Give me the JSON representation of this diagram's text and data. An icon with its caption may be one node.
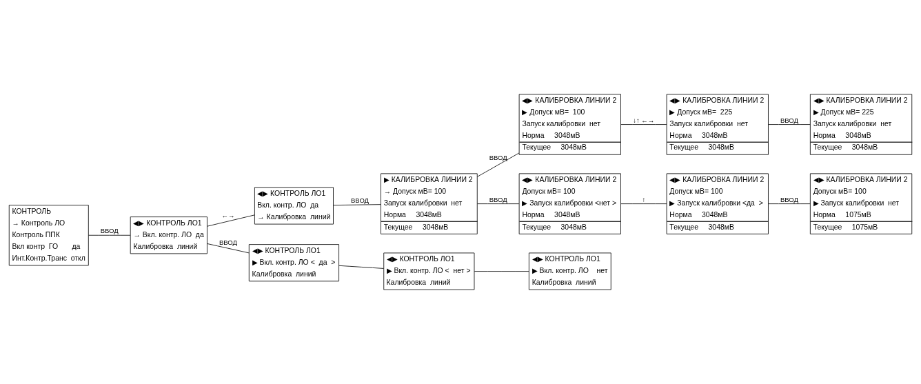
{
  "diagram": {
    "nodes": [
      {
        "text": [
          "КОНТРОЛЬ",
          "→ Контроль ЛО",
          "Контроль ППК",
          "Вкл контр  ГО       да",
          "Инт.Контр.Транс  откл"
        ]
      },
      {
        "text": [
          "◀▶ КОНТРОЛЬ ЛО1",
          "→ Вкл. контр. ЛО  да",
          "Калибровка  линий"
        ]
      },
      {
        "text": [
          "◀▶ КОНТРОЛЬ ЛО1",
          "Вкл. контр. ЛО  да",
          "→ Калибровка  линий"
        ]
      },
      {
        "text": [
          "▶ КАЛИБРОВКА ЛИНИИ 2",
          "→ Допуск мВ= 100",
          "Запуск калибровки  нет",
          "Норма     3048мВ",
          "Текущее     3048мВ"
        ]
      },
      {
        "text": [
          "◀▶ КАЛИБРОВКА ЛИНИИ 2",
          "▶ Допуск мВ=  100",
          "Запуск калибровки  нет",
          "Норма     3048мВ",
          "Текущее     3048мВ"
        ]
      },
      {
        "text": [
          "◀▶ КАЛИБРОВКА ЛИНИИ 2",
          "▶ Допуск мВ=  225",
          "Запуск калибровки  нет",
          "Норма     3048мВ",
          "Текущее     3048мВ"
        ]
      },
      {
        "text": [
          "◀▶ КАЛИБРОВКА ЛИНИИ 2",
          "▶ Допуск мВ= 225",
          "Запуск калибровки  нет",
          "Норма     3048мВ",
          "Текущее     3048мВ"
        ]
      },
      {
        "text": [
          "◀▶ КАЛИБРОВКА ЛИНИИ 2",
          "Допуск мВ= 100",
          "▶ Запуск калибровки <нет >",
          "Норма     3048мВ",
          "Текущее     3048мВ"
        ]
      },
      {
        "text": [
          "◀▶ КАЛИБРОВКА ЛИНИИ 2",
          "Допуск мВ= 100",
          "▶ Запуск калибровки <да  >",
          "Норма     3048мВ",
          "Текущее     3048мВ"
        ]
      },
      {
        "text": [
          "◀▶ КАЛИБРОВКА ЛИНИИ 2",
          "Допуск мВ= 100",
          "▶ Запуск калибровки  нет",
          "Норма     1075мВ",
          "Текущее     1075мВ"
        ]
      },
      {
        "text": [
          "◀▶ КОНТРОЛЬ ЛО1",
          "▶ Вкл. контр. ЛО <  да  >",
          "Калибровка  линий"
        ]
      },
      {
        "text": [
          "◀▶ КОНТРОЛЬ ЛО1",
          "▶ Вкл. контр. ЛО <  нет >",
          "Калибровка  линий"
        ]
      },
      {
        "text": [
          "◀▶ КОНТРОЛЬ ЛО1",
          "▶ Вкл. контр. ЛО    нет",
          "Калибровка  линий"
        ]
      }
    ],
    "edges": [
      {
        "from": 0,
        "to": 1,
        "arrow": "none",
        "label": "ВВОД"
      },
      {
        "from": 1,
        "to": 2,
        "arrow": "none",
        "label": "←→"
      },
      {
        "from": 2,
        "to": 3,
        "arrow": "none",
        "label": "ВВОД"
      },
      {
        "from": 3,
        "to": 4,
        "arrow": "none",
        "label": "ВВОД"
      },
      {
        "from": 3,
        "to": 7,
        "arrow": "none",
        "label": "ВВОД"
      },
      {
        "from": 4,
        "to": 5,
        "arrow": "none",
        "label": "↓↑ ←→"
      },
      {
        "from": 5,
        "to": 6,
        "arrow": "none",
        "label": "ВВОД"
      },
      {
        "from": 7,
        "to": 8,
        "arrow": "none",
        "label": "↑"
      },
      {
        "from": 8,
        "to": 9,
        "arrow": "none",
        "label": "ВВОД"
      },
      {
        "from": 1,
        "to": 10,
        "arrow": "none",
        "label": "ВВОД"
      },
      {
        "from": 10,
        "to": 11,
        "arrow": "none"
      },
      {
        "from": 11,
        "to": 12,
        "arrow": "none"
      }
    ]
  }
}
